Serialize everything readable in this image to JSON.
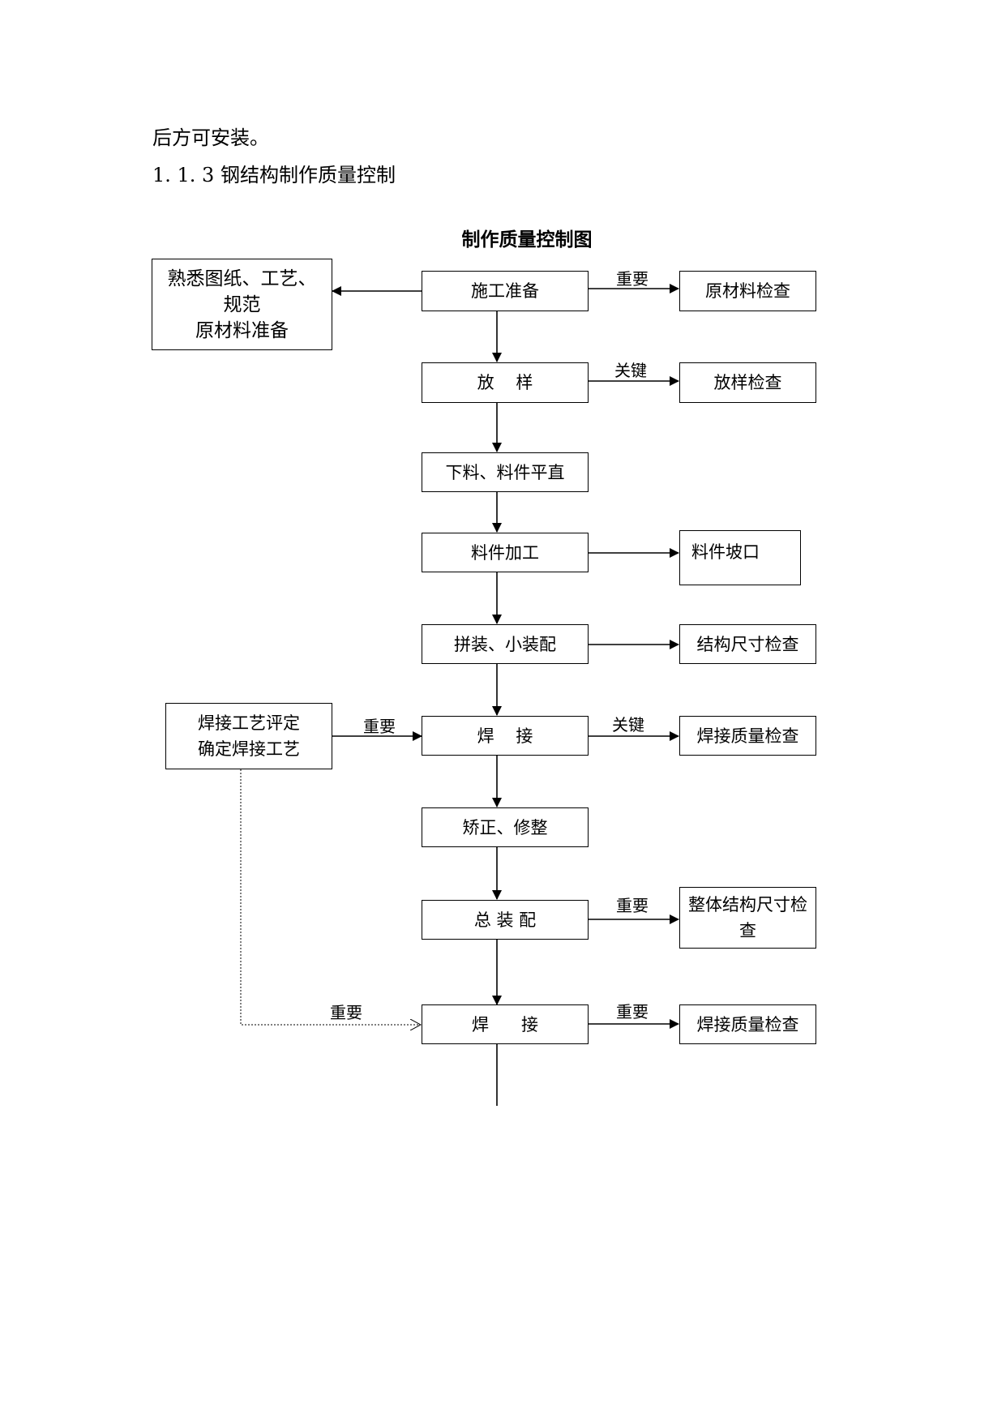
{
  "page": {
    "line1": "后方可安装。",
    "line2": "1. 1. 3 钢结构制作质量控制"
  },
  "diagram": {
    "title": "制作质量控制图",
    "main_steps": [
      "施工准备",
      "放    样",
      "下料、料件平直",
      "料件加工",
      "拼装、小装配",
      "焊    接",
      "矫正、修整",
      "总 装 配",
      "焊      接"
    ],
    "left_boxes": {
      "prep": [
        "熟悉图纸、工艺、",
        "规范",
        "原材料准备"
      ],
      "weld_proc": [
        "焊接工艺评定",
        "确定焊接工艺"
      ]
    },
    "right_boxes": [
      "原材料检查",
      "放样检查",
      "料件坡口",
      "结构尺寸检查",
      "焊接质量检查",
      "整体结构尺寸检查",
      "焊接质量检查"
    ],
    "labels": {
      "l1": "重要",
      "l2": "关键",
      "l3": "重要",
      "l4": "关键",
      "l5": "重要",
      "l6": "重要",
      "l7": "重要"
    }
  }
}
